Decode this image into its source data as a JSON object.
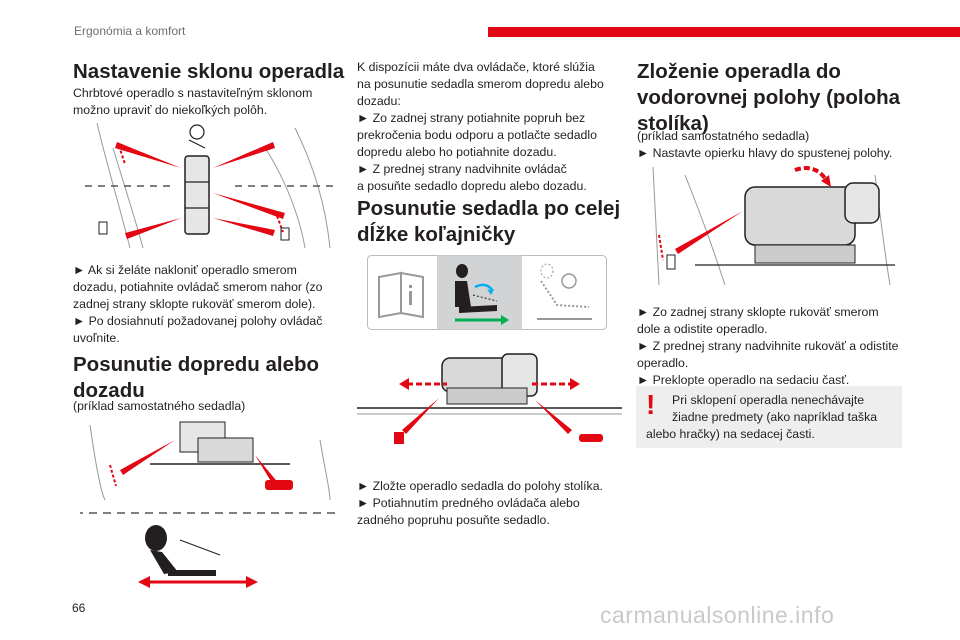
{
  "header": {
    "section": "Ergonómia a komfort"
  },
  "page_number": "66",
  "watermark": "carmanualsonline.info",
  "col1": {
    "title": "Nastavenie sklonu operadla",
    "intro": [
      "Chrbtové operadlo s nastaviteľným sklonom",
      "možno upraviť do niekoľkých polôh."
    ],
    "steps": [
      "► Ak si želáte nakloniť operadlo smerom",
      "dozadu, potiahnite ovládač smerom nahor (zo",
      "zadnej strany sklopte rukoväť smerom dole).",
      "► Po dosiahnutí požadovanej polohy ovládač",
      "uvoľnite."
    ],
    "title2_line1": "Posunutie dopredu alebo",
    "title2_line2": "dozadu",
    "example": "(príklad samostatného sedadla)"
  },
  "col2": {
    "intro": [
      "K dispozícii máte dva ovládače, ktoré slúžia",
      "na posunutie sedadla smerom dopredu alebo",
      "dozadu:",
      "► Zo zadnej strany potiahnite popruh bez",
      "prekročenia bodu odporu a potlačte sedadlo",
      "dopredu alebo ho potiahnite dozadu.",
      "► Z prednej strany nadvihnite ovládač",
      "a posuňte sedadlo dopredu alebo dozadu."
    ],
    "title_line1": "Posunutie sedadla po celej",
    "title_line2": "dĺžke koľajničky",
    "steps": [
      "► Zložte operadlo sedadla do polohy stolíka.",
      "► Potiahnutím predného ovládača alebo",
      "zadného popruhu posuňte sedadlo."
    ]
  },
  "col3": {
    "title_line1": "Zloženie operadla do",
    "title_line2": "vodorovnej polohy (poloha",
    "title_line3": "stolíka)",
    "example": "(príklad samostatného sedadla)",
    "step0": "► Nastavte opierku hlavy do spustenej polohy.",
    "steps": [
      "► Zo zadnej strany sklopte rukoväť smerom",
      "dole a odistite operadlo.",
      "► Z prednej strany nadvihnite rukoväť a odistite",
      "operadlo.",
      "► Preklopte operadlo na sedaciu časť."
    ],
    "warning_icon": "!",
    "warning": [
      "Pri sklopení operadla nenechávajte",
      "žiadne predmety (ako napríklad taška",
      "alebo hračky) na sedacej časti."
    ]
  },
  "colors": {
    "accent": "#e30613",
    "line": "#231f20",
    "gray": "#888888"
  }
}
